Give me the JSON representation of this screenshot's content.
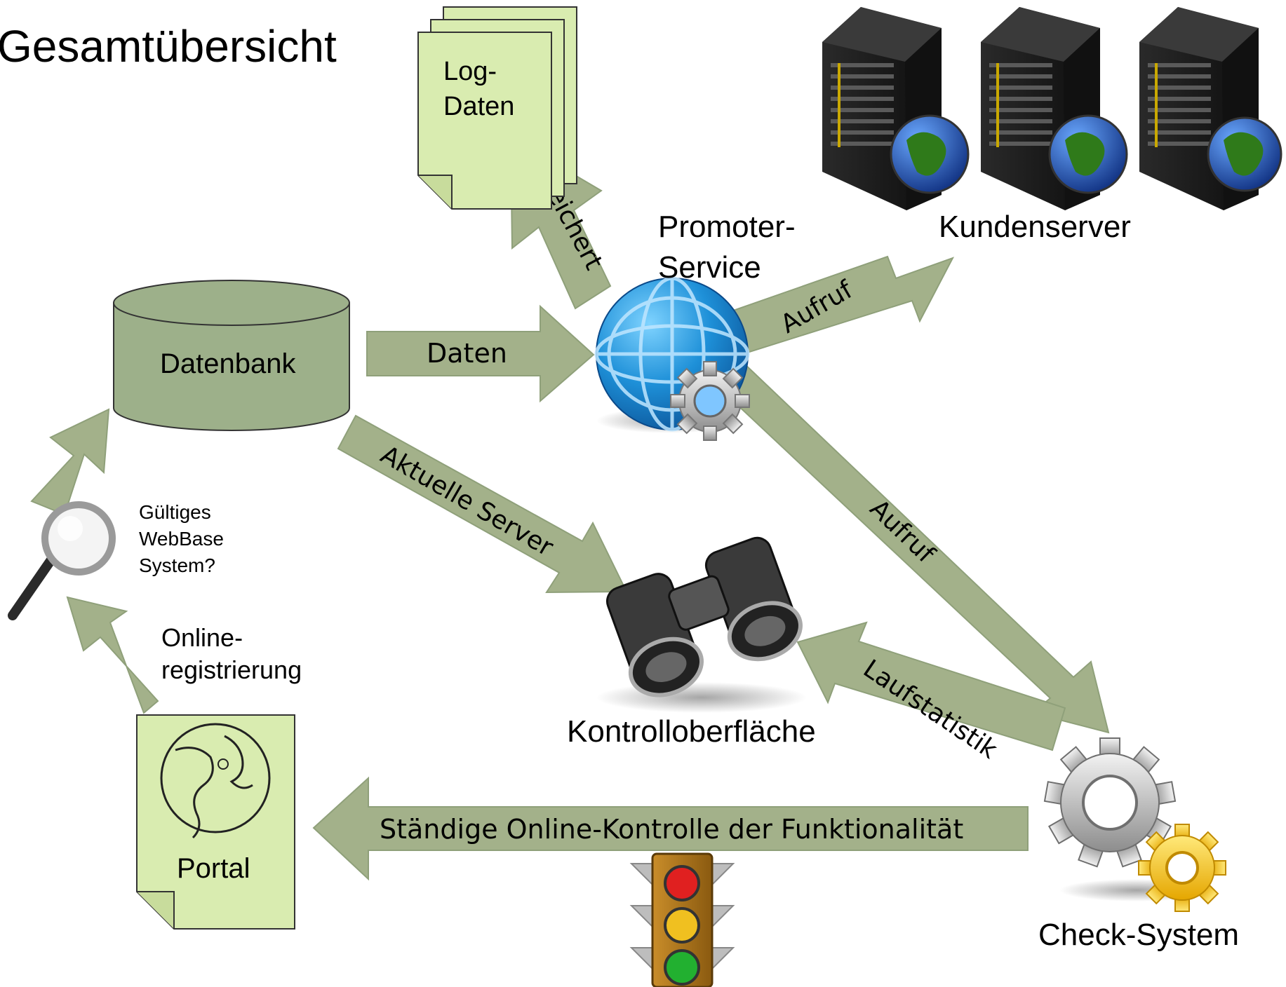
{
  "title": "Gesamtübersicht",
  "nodes": {
    "log_data": "Log-\nDaten",
    "promoter_service": "Promoter-\nService",
    "customer_servers": "Kundenserver",
    "database": "Datenbank",
    "validity_check": "Gültiges\nWebBase\nSystem?",
    "online_registration": "Online-\nregistrierung",
    "portal": "Portal",
    "control_surface": "Kontrolloberfläche",
    "check_system": "Check-System"
  },
  "edges": {
    "stores": "Speichert",
    "data": "Daten",
    "call_customer": "Aufruf",
    "call_check": "Aufruf",
    "current_servers": "Aktuelle Server",
    "run_statistics": "Laufstatistik",
    "continuous_control": "Ständige Online-Kontrolle der Funktionalität"
  },
  "colors": {
    "arrow_fill": "#a3b18a",
    "arrow_stroke": "#8fa07a",
    "document_fill": "#d9ecb0",
    "database_fill": "#9db08a"
  },
  "icons": [
    "documents-stack-icon",
    "server-globe-icon",
    "globe-gear-icon",
    "database-icon",
    "magnifier-icon",
    "portal-document-icon",
    "binoculars-icon",
    "gears-icon",
    "traffic-light-icon"
  ]
}
